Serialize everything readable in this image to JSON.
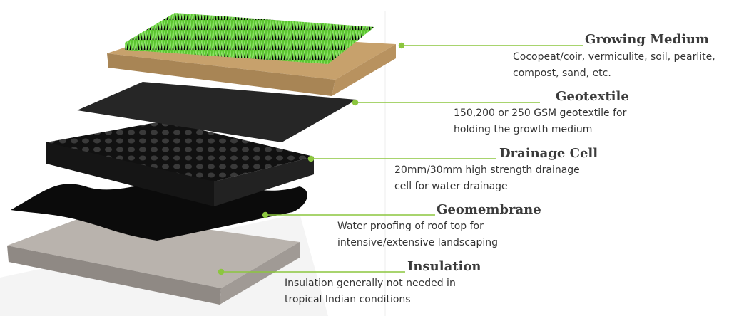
{
  "accent_color": "#8cc63f",
  "layers": [
    {
      "title": "Growing Medium",
      "lines": [
        "Cocopeat/coir, vermiculite, soil, pearlite,",
        "compost, sand, etc."
      ]
    },
    {
      "title": "Geotextile",
      "lines": [
        "150,200 or 250 GSM geotextile for",
        "holding the growth medium"
      ]
    },
    {
      "title": "Drainage Cell",
      "lines": [
        "20mm/30mm high strength drainage",
        "cell for water drainage"
      ]
    },
    {
      "title": "Geomembrane",
      "lines": [
        "Water proofing of roof top for",
        "intensive/extensive landscaping"
      ]
    },
    {
      "title": "Insulation",
      "lines": [
        "Insulation generally not needed in",
        "tropical Indian conditions"
      ]
    }
  ]
}
